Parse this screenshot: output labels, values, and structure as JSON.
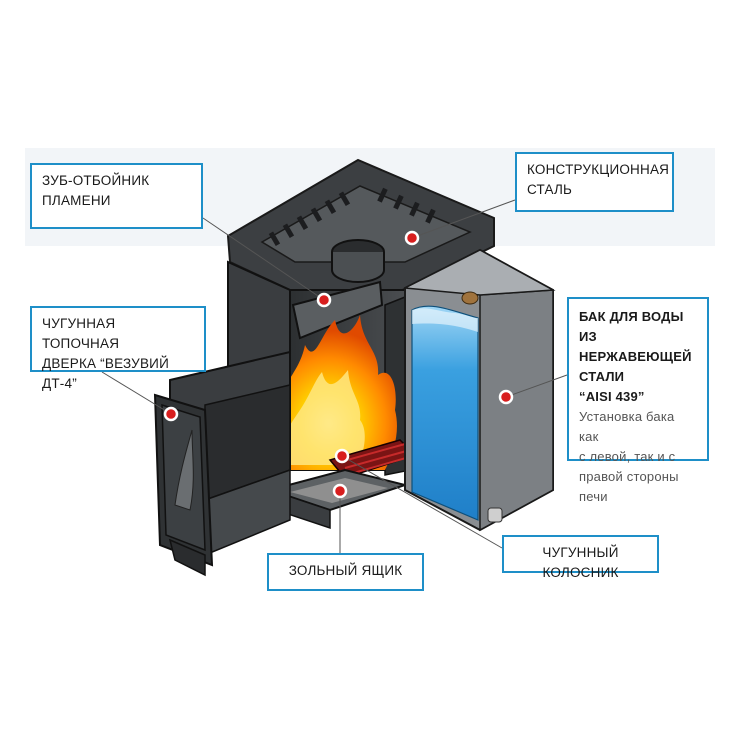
{
  "labels": {
    "flame_tooth": [
      "ЗУБ-ОТБОЙНИК",
      "ПЛАМЕНИ"
    ],
    "construction_steel": [
      "КОНСТРУКЦИОННАЯ",
      "СТАЛЬ"
    ],
    "fire_door": [
      "ЧУГУННАЯ ТОПОЧНАЯ",
      "ДВЕРКА “ВЕЗУВИЙ ДТ-4”"
    ],
    "water_tank": {
      "title": [
        "БАК ДЛЯ ВОДЫ ИЗ",
        "НЕРЖАВЕЮЩЕЙ СТАЛИ",
        "“AISI 439”"
      ],
      "note": [
        "Установка бака как",
        "с левой, так и с",
        "правой стороны",
        "печи"
      ]
    },
    "ash_box": "ЗОЛЬНЫЙ ЯЩИК",
    "grate": "ЧУГУННЫЙ КОЛОСНИК"
  },
  "colors": {
    "accent": "#1e8fc8",
    "marker": "#d81e1e",
    "steel": "#3a3d40",
    "water": "#2f8fd6",
    "flame": "#ff9a00"
  }
}
